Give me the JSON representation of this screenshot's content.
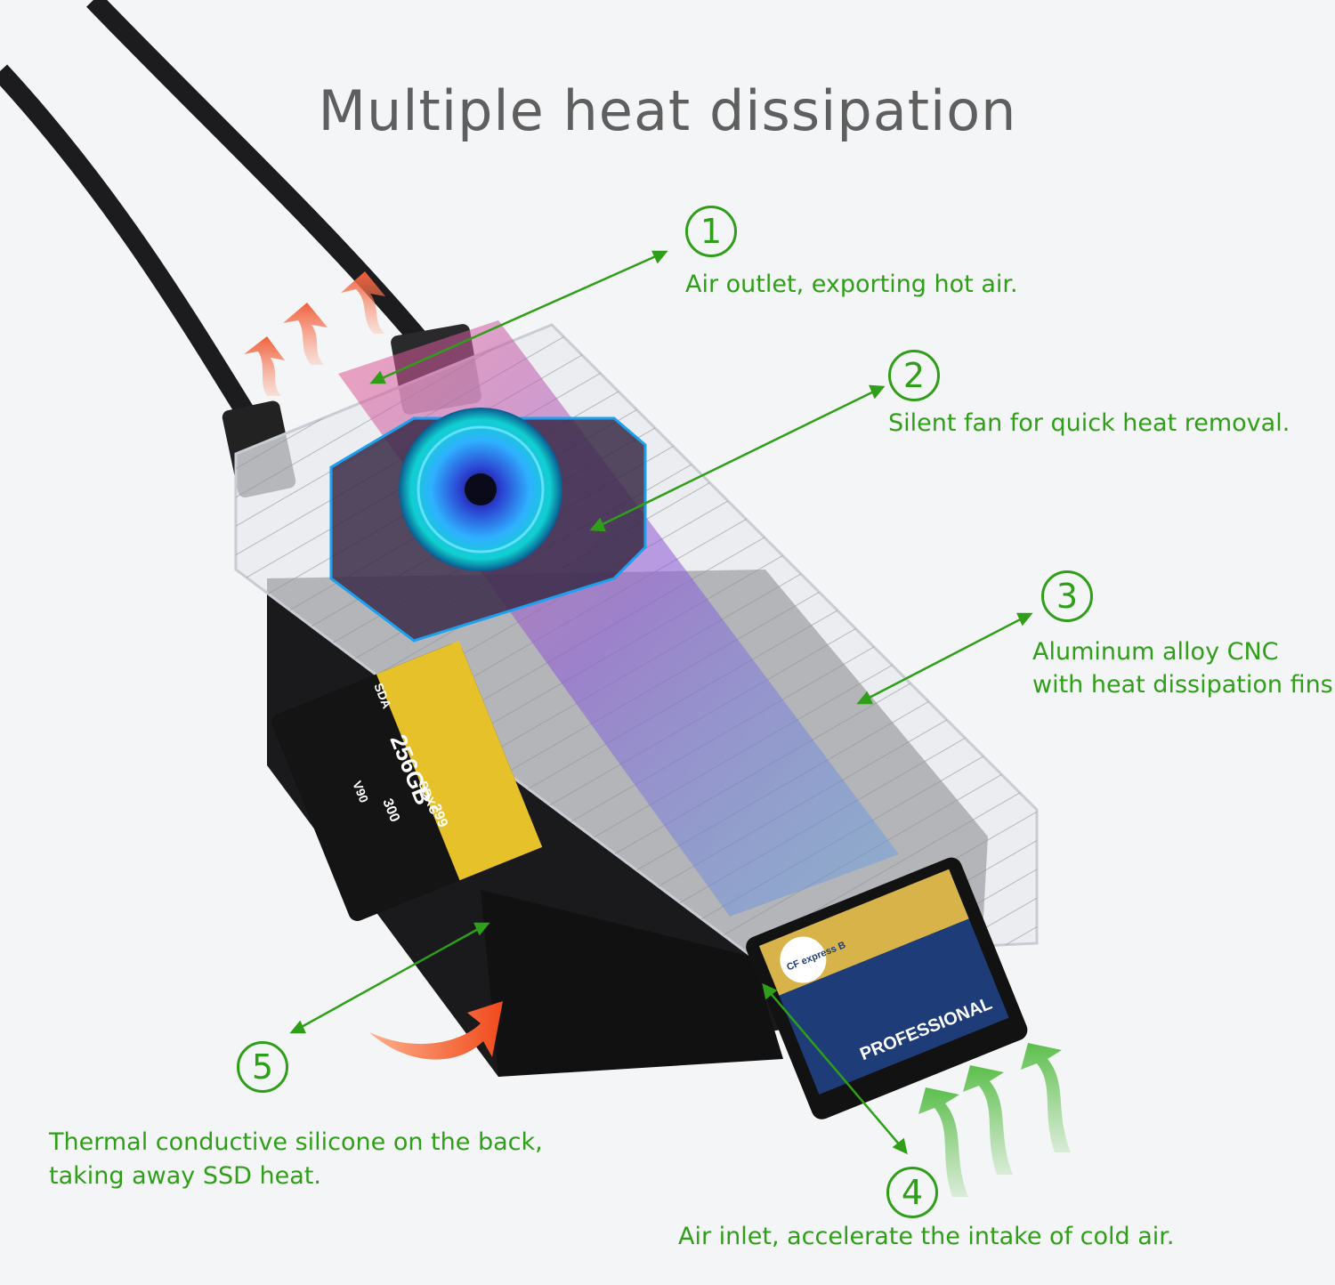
{
  "title": "Multiple heat dissipation",
  "callouts": [
    {
      "number": "1",
      "text": "Air outlet, exporting hot air."
    },
    {
      "number": "2",
      "text": "Silent fan for quick heat removal."
    },
    {
      "number": "3",
      "lines": [
        "Aluminum alloy CNC",
        "with heat dissipation fins."
      ]
    },
    {
      "number": "4",
      "text": "Air inlet, accelerate the intake of cold air."
    },
    {
      "number": "5",
      "lines": [
        "Thermal conductive silicone on the back,",
        "taking away SSD heat."
      ]
    }
  ],
  "sd_card": {
    "brand": "SDA",
    "capacity": "256GB",
    "read_speed": "300",
    "write_speed": "299",
    "class": "V90",
    "format": "SDXC"
  },
  "cfexpress_card": {
    "logo": "CF express B",
    "label": "PROFESSIONAL"
  },
  "colors": {
    "accent_green": "#2f9e18",
    "hot_air": "#f06a4a",
    "cold_air": "#6cc45c",
    "fan_blue": "#1e8fe8"
  }
}
